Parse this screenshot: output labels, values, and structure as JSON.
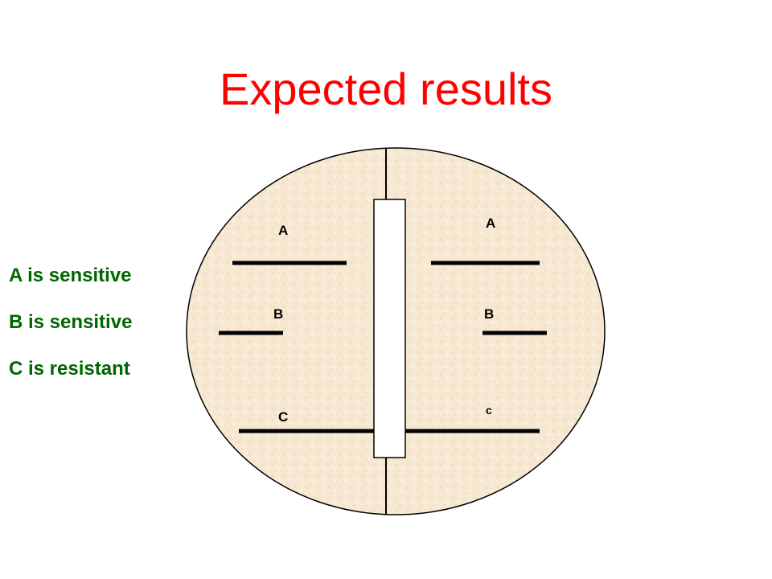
{
  "title": "Expected results",
  "legend": [
    "A is sensitive",
    "B is sensitive",
    "C is resistant"
  ],
  "plate": {
    "left_labels": [
      "A",
      "B",
      "C"
    ],
    "right_labels": [
      "A",
      "B",
      "c"
    ]
  },
  "colors": {
    "title": "#ff0000",
    "legend": "#006600",
    "plate_fill": "#f7e8d2",
    "strip_fill": "#ffffff",
    "lines": "#000000"
  }
}
